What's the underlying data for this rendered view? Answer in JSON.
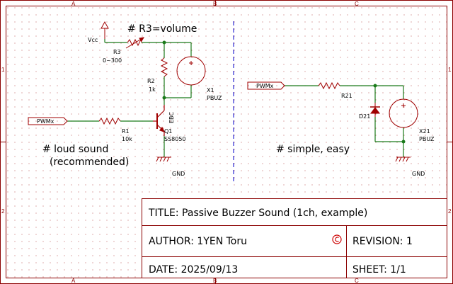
{
  "colors": {
    "wire": "#1a7a1a",
    "part": "#a00000",
    "frame": "#8b0000",
    "divider": "#0000cc",
    "text": "#000000"
  },
  "frame": {
    "columns": [
      "A",
      "B",
      "C"
    ],
    "rows": [
      "1",
      "2"
    ]
  },
  "left_circuit": {
    "comment_top": "# R3=volume",
    "vcc": "Vcc",
    "r3": {
      "ref": "R3",
      "value": "0~300"
    },
    "r2": {
      "ref": "R2",
      "value": "1k"
    },
    "x1": {
      "ref": "X1",
      "value": "PBUZ"
    },
    "q1": {
      "ref": "Q1",
      "value": "SS8050",
      "pins": "EBC"
    },
    "r1": {
      "ref": "R1",
      "value": "10k"
    },
    "pwm": "PWMx",
    "gnd": "GND",
    "comment_bottom_1": "# loud sound",
    "comment_bottom_2": "(recommended)"
  },
  "right_circuit": {
    "pwm": "PWMx",
    "r21": {
      "ref": "R21"
    },
    "d21": {
      "ref": "D21"
    },
    "x21": {
      "ref": "X21",
      "value": "PBUZ"
    },
    "gnd": "GND",
    "comment": "# simple, easy"
  },
  "title_block": {
    "title": "TITLE: Passive Buzzer Sound (1ch, example)",
    "author": "AUTHOR: 1YEN Toru",
    "revision": "REVISION: 1",
    "date": "DATE: 2025/09/13",
    "sheet": "SHEET: 1/1",
    "logo_icon": "cc-logo-icon"
  }
}
